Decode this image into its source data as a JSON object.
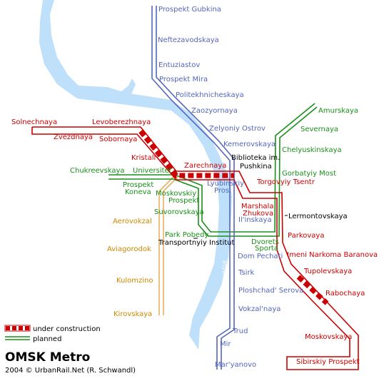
{
  "title": "OMSK Metro",
  "credit": "2004 © UrbanRail.Net (R. Schwandl)",
  "river_label": "Irtysh",
  "legend": {
    "under_construction": "under construction",
    "planned": "planned"
  },
  "colors": {
    "river": "#bfe0fb",
    "red_line": "#cc0000",
    "green_line": "#1a8f1a",
    "blue_line": "#5566bb",
    "orange_line": "#e6b060"
  },
  "stations": {
    "solnechnaya": "Solnechnaya",
    "levoberezhnaya": "Levoberezhnaya",
    "zvezdnaya": "Zvezdnaya",
    "sobornaya": "Sobornaya",
    "kristall": "Kristall",
    "zarechnaya": "Zarechnaya",
    "biblioteka": "Biblioteka im. Pushkina",
    "torgovyiy_tsentr": "Torgovyiy Tsentr",
    "marshala_zhukova": "Marshala Zhukova",
    "parkovaya": "Parkovaya",
    "imeni_narkoma": "Imeni Narkoma Baranova",
    "tupolevskaya": "Tupolevskaya",
    "rabochaya": "Rabochaya",
    "moskovskaya": "Moskovskaya",
    "sibirskiy": "Sibirskiy Prospekt",
    "prospekt_gubkina": "Prospekt Gubkina",
    "neftezavodskaya": "Neftezavodskaya",
    "entuziastov": "Entuziastov",
    "prospekt_mira": "Prospekt Mira",
    "politekhnicheskaya": "Politekhnicheskaya",
    "zaozyornaya": "Zaozyornaya",
    "zelyoniy_ostrov": "Zelyoniy Ostrov",
    "kemerovskaya": "Kemerovskaya",
    "lyubinskiy": "Lyubinskiy Pros.",
    "ilinskaya": "Il'inskaya",
    "dom_pechati": "Dom Pechati",
    "tsirk": "Tsirk",
    "ploshchad": "Ploshchad' Serova",
    "vokzalnaya": "Vokzal'naya",
    "trud": "Trud",
    "mir": "Mir",
    "maryanovo": "Mar'yanovo",
    "amurskaya": "Amurskaya",
    "severnaya": "Severnaya",
    "chelyuskinskaya": "Chelyuskinskaya",
    "gorbatyiy_most": "Gorbatyiy Most",
    "chukreevskaya": "Chukreevskaya",
    "universitet": "Universitet",
    "prospekt_koneva": "Prospekt Koneva",
    "moskovskiy_prospekt": "Moskovskiy Prospekt",
    "suvorovskaya": "Suvorovskaya",
    "park_pobedy": "Park Pobedy",
    "dvorets_sporta": "Dvorets Sporta",
    "aerovokzal": "Aerovokzal",
    "aviagorodok": "Aviagorodok",
    "kulomzino": "Kulomzino",
    "kirovskaya": "Kirovskaya",
    "lermontovskaya": "Lermontovskaya",
    "transportnyiy": "Transportnyiy Institut"
  }
}
